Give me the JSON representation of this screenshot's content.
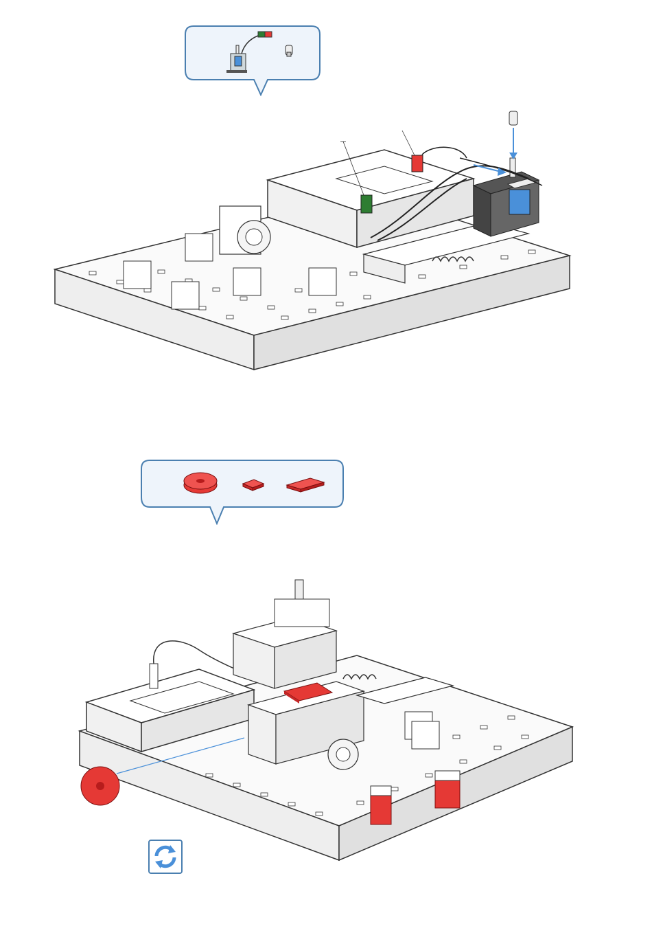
{
  "document": {
    "steps": [
      {
        "callout": {
          "parts": [
            "valve-with-cable",
            "nozzle-piece"
          ]
        },
        "highlight_color": "#4a90d9"
      },
      {
        "callout": {
          "parts": [
            "red-gear",
            "red-plate-small",
            "red-plate-large"
          ]
        },
        "highlight_color": "#e53935"
      }
    ],
    "rotate_icon": "rotate-view-icon",
    "colors": {
      "callout_border": "#4a7fb0",
      "callout_fill": "#eef4fb",
      "accent_red": "#e53935",
      "accent_blue": "#4a90d9",
      "accent_green": "#2e7d32"
    }
  }
}
